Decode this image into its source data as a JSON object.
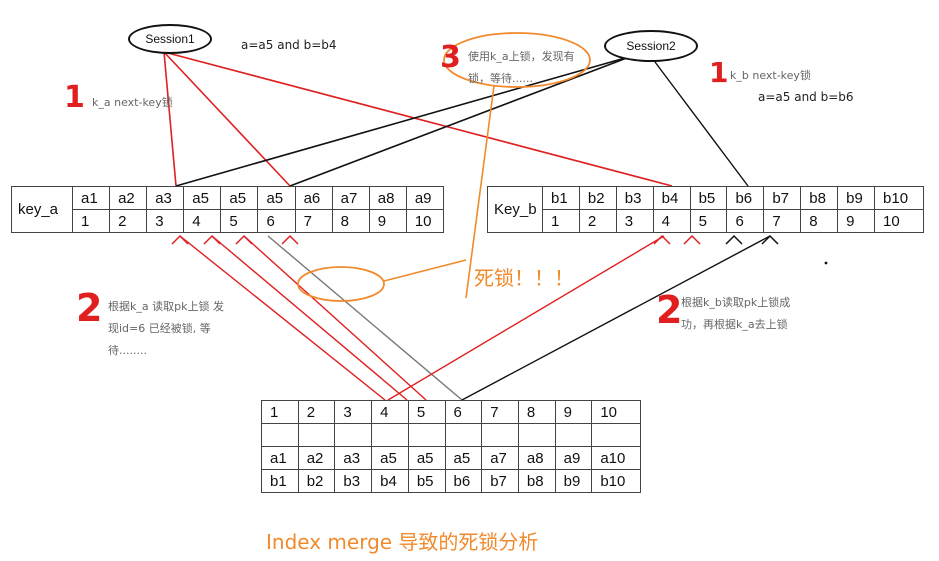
{
  "session1": {
    "label": "Session1",
    "condition": "a=a5 and b=b4"
  },
  "session2": {
    "label": "Session2",
    "condition": "a=a5 and b=b6"
  },
  "notes": {
    "step1_left": {
      "number": "1",
      "text": "k_a next-key锁"
    },
    "step1_right": {
      "number": "1",
      "text": "k_b next-key锁"
    },
    "step2_left": {
      "number": "2",
      "text": "根据k_a 读取pk上锁 发现id=6 已经被锁, 等待........"
    },
    "step2_right": {
      "number": "2",
      "text": "根据k_b读取pk上锁成功，再根据k_a去上锁"
    },
    "step3": {
      "number": "3",
      "text": "使用k_a上锁，发现有锁，等待......"
    }
  },
  "deadlock_label": "死锁！！！",
  "caption": "Index merge 导致的死锁分析",
  "key_a": {
    "label": "key_a",
    "keys": [
      "a1",
      "a2",
      "a3",
      "a5",
      "a5",
      "a5",
      "a6",
      "a7",
      "a8",
      "a9"
    ],
    "ids": [
      "1",
      "2",
      "3",
      "4",
      "5",
      "6",
      "7",
      "8",
      "9",
      "10"
    ]
  },
  "key_b": {
    "label": "Key_b",
    "keys": [
      "b1",
      "b2",
      "b3",
      "b4",
      "b5",
      "b6",
      "b7",
      "b8",
      "b9",
      "b10"
    ],
    "ids": [
      "1",
      "2",
      "3",
      "4",
      "5",
      "6",
      "7",
      "8",
      "9",
      "10"
    ]
  },
  "primary": {
    "ids": [
      "1",
      "2",
      "3",
      "4",
      "5",
      "6",
      "7",
      "8",
      "9",
      "10"
    ],
    "empty": [
      "",
      "",
      "",
      "",
      "",
      "",
      "",
      "",
      "",
      ""
    ],
    "a": [
      "a1",
      "a2",
      "a3",
      "a5",
      "a5",
      "a5",
      "a7",
      "a8",
      "a9",
      "a10"
    ],
    "b": [
      "b1",
      "b2",
      "b3",
      "b4",
      "b5",
      "b6",
      "b7",
      "b8",
      "b9",
      "b10"
    ]
  },
  "colors": {
    "red": "#e02020",
    "orange": "#f08a2c",
    "black": "#111111",
    "gray": "#777777"
  }
}
